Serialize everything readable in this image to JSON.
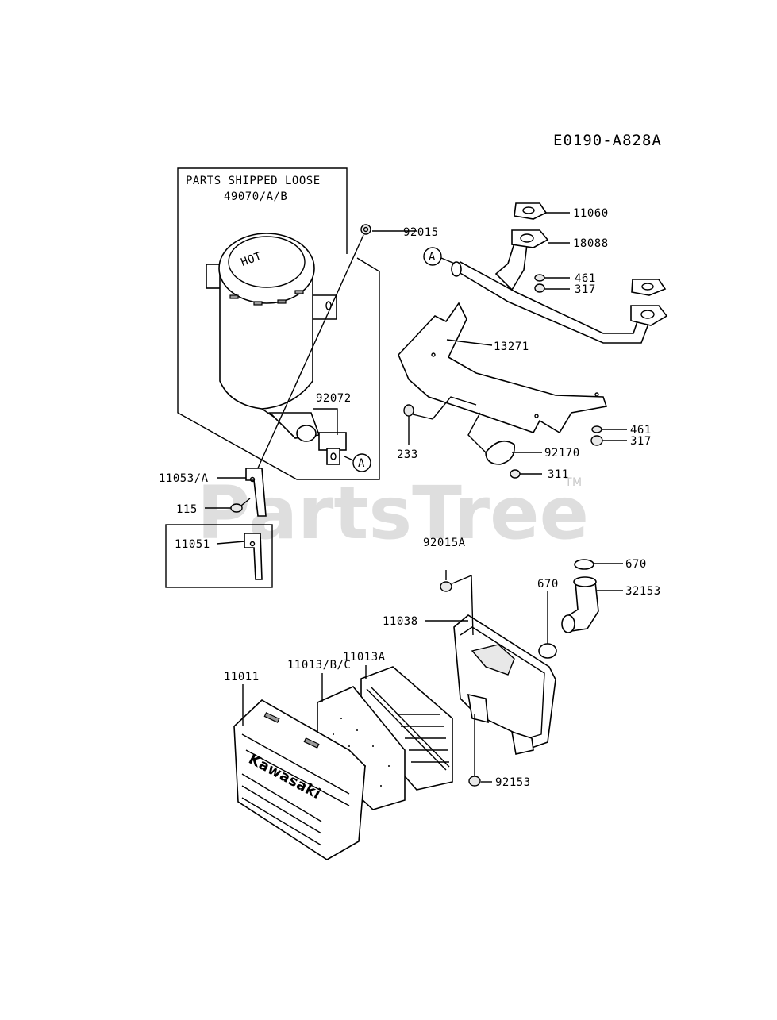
{
  "diagram": {
    "code": "E0190-A828A",
    "box_header_line1": "PARTS SHIPPED LOOSE",
    "box_header_line2": "49070/A/B",
    "callout_a": "A",
    "brand_on_cover": "Kawasaki",
    "muffler_logo": "HOT",
    "watermark": "PartsTree",
    "watermark_tm": "TM",
    "labels": {
      "p11060": "11060",
      "p18088": "18088",
      "p92015": "92015",
      "p461_top": "461",
      "p317_top": "317",
      "p13271": "13271",
      "p461_bot": "461",
      "p317_bot": "317",
      "p92170": "92170",
      "p311": "311",
      "p233": "233",
      "p92072": "92072",
      "p11053": "11053/A",
      "p115": "115",
      "p11051": "11051",
      "p92015A": "92015A",
      "p670_top": "670",
      "p670": "670",
      "p32153": "32153",
      "p11038": "11038",
      "p11013A": "11013A",
      "p11013BC": "11013/B/C",
      "p11011": "11011",
      "p92153": "92153"
    }
  }
}
